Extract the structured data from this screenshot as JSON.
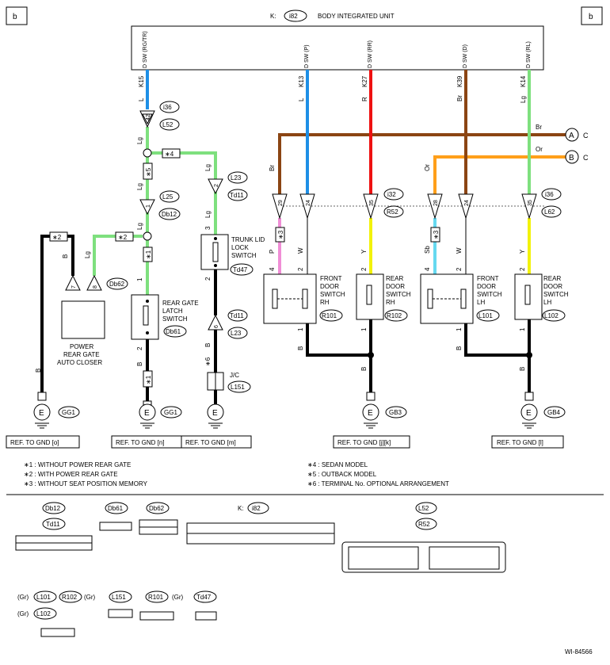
{
  "corner": {
    "left": "b",
    "right": "b"
  },
  "biu": {
    "title": "BODY INTEGRATED UNIT",
    "prefix": "K:",
    "conn": "i82",
    "pins": [
      {
        "sig": "D SW (RG/TR)",
        "pin": "K15",
        "color": "L"
      },
      {
        "sig": "D SW (P)",
        "pin": "K13",
        "color": "L"
      },
      {
        "sig": "D SW (RR)",
        "pin": "K27",
        "color": "R"
      },
      {
        "sig": "D SW (D)",
        "pin": "K39",
        "color": "Br"
      },
      {
        "sig": "D SW (RL)",
        "pin": "K14",
        "color": "Lg"
      }
    ]
  },
  "bus": {
    "br": "Br",
    "or": "Or",
    "a": "A",
    "b": "B",
    "c": "C"
  },
  "connectors": {
    "i36a": "i36",
    "l52": "L52",
    "p42": "42",
    "l25": "L25",
    "db12": "Db12",
    "p1a": "1",
    "l23a": "L23",
    "td11a": "Td11",
    "p2a": "2",
    "i32": "i32",
    "r52": "R52",
    "i36b": "i36",
    "l62": "L62",
    "p29": "29",
    "p24a": "24",
    "p35a": "35",
    "p28": "28",
    "p24b": "24",
    "p35b": "35",
    "db62": "Db62",
    "p7": "7",
    "p8": "8",
    "td11b": "Td11",
    "l23b": "L23",
    "p6": "6"
  },
  "star_marks": {
    "s1": "∗1",
    "s2": "∗2",
    "s3": "∗3",
    "s4": "∗4",
    "s5": "∗5",
    "s6": "∗6"
  },
  "wire_labels": {
    "lg": "Lg",
    "b": "B",
    "p": "P",
    "w": "W",
    "y": "Y",
    "sb": "Sb"
  },
  "pin_nums": {
    "n1": "1",
    "n2": "2",
    "n3": "3",
    "n4": "4"
  },
  "components": [
    {
      "name": "POWER\nREAR GATE\nAUTO CLOSER",
      "conn": ""
    },
    {
      "name": "REAR GATE\nLATCH\nSWITCH",
      "conn": "Db61"
    },
    {
      "name": "TRUNK LID\nLOCK\nSWITCH",
      "conn": "Td47"
    },
    {
      "name": "FRONT\nDOOR\nSWITCH\nRH",
      "conn": "R101"
    },
    {
      "name": "REAR\nDOOR\nSWITCH\nRH",
      "conn": "R102"
    },
    {
      "name": "FRONT\nDOOR\nSWITCH\nLH",
      "conn": "L101"
    },
    {
      "name": "REAR\nDOOR\nSWITCH\nLH",
      "conn": "L102"
    },
    {
      "name": "J/C",
      "conn": "L151"
    }
  ],
  "grounds": [
    {
      "label": "E",
      "conn": "GG1"
    },
    {
      "label": "E",
      "conn": "GG1"
    },
    {
      "label": "E",
      "conn": ""
    },
    {
      "label": "E",
      "conn": "GB3"
    },
    {
      "label": "E",
      "conn": "GB4"
    }
  ],
  "refs": [
    "REF. TO GND  [o]",
    "REF. TO GND  [n]",
    "REF. TO GND  [m]",
    "REF. TO GND  [j][k]",
    "REF. TO GND  [l]"
  ],
  "notes": {
    "left": [
      "∗1  : WITHOUT POWER REAR GATE",
      "∗2  : WITH POWER REAR GATE",
      "∗3  : WITHOUT SEAT POSITION MEMORY"
    ],
    "right": [
      "∗4  : SEDAN MODEL",
      "∗5  : OUTBACK MODEL",
      "∗6  : TERMINAL No. OPTIONAL ARRANGEMENT"
    ]
  },
  "legend_conns": {
    "db12": "Db12",
    "td11": "Td11",
    "db61": "Db61",
    "db62": "Db62",
    "kpre": "K:",
    "i82": "i82",
    "l52": "L52",
    "r52": "R52",
    "l101": "L101",
    "r102": "R102",
    "l102": "L102",
    "l151": "L151",
    "r101": "R101",
    "td47": "Td47",
    "gr": "(Gr)"
  },
  "wire_colors": {
    "L": "#1e8fe6",
    "R": "#ee1111",
    "Br": "#8b4513",
    "Lg": "#7ee07e",
    "Or": "#ff9f1a",
    "Y": "#f2f20a",
    "P": "#f08ed6",
    "Sb": "#66d9f0",
    "B": "#000000"
  },
  "code": "WI-84566"
}
